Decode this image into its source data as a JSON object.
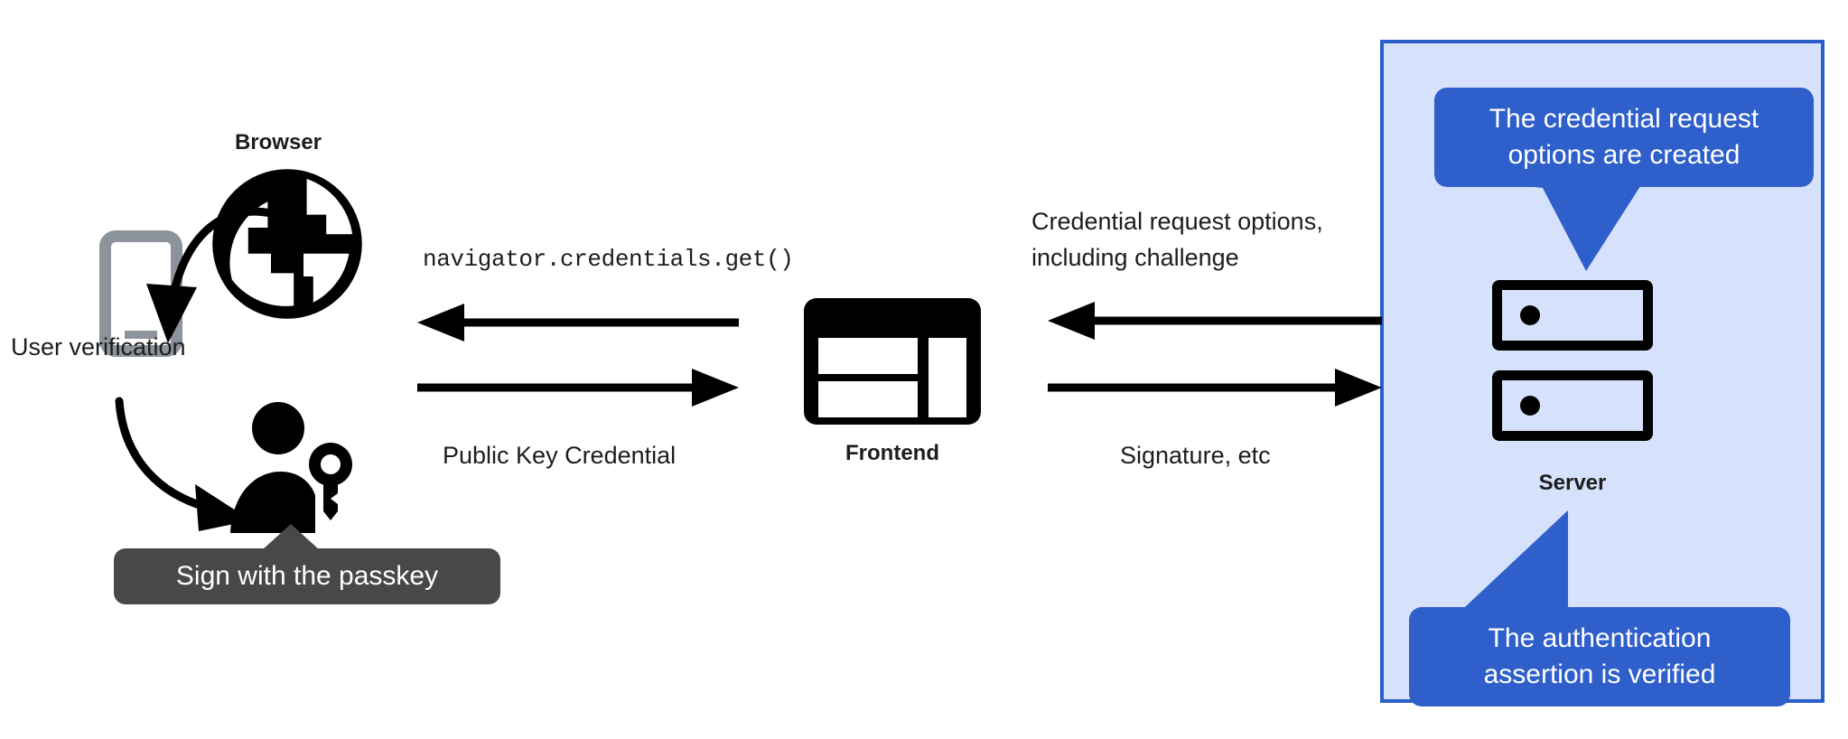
{
  "diagram": {
    "title": "WebAuthn passkey authentication flow",
    "colors": {
      "panel_fill": "#d6e2fb",
      "panel_border": "#2b5fc9",
      "callout_blue": "#2f5fcb",
      "callout_dark": "#484848",
      "icon_black": "#000000",
      "phone_gray": "#8d939a",
      "text": "#1d1d1d"
    }
  },
  "nodes": {
    "browser": {
      "label": "Browser",
      "icon": "globe-icon"
    },
    "phone": {
      "icon": "phone-icon"
    },
    "user": {
      "icon": "person-with-key-icon"
    },
    "frontend": {
      "label": "Frontend",
      "icon": "frontend-window-icon"
    },
    "server": {
      "label": "Server",
      "icon": "server-rack-icon"
    }
  },
  "labels": {
    "user_verification": "User verification",
    "navigator_get": "navigator.credentials.get()",
    "public_key_credential": "Public Key Credential",
    "credential_request_options_line1": "Credential request options,",
    "credential_request_options_line2": "including challenge",
    "signature_etc": "Signature, etc"
  },
  "callouts": {
    "sign_with_passkey": "Sign with the passkey",
    "credential_request_created_line1": "The credential request",
    "credential_request_created_line2": "options are created",
    "assertion_verified_line1": "The authentication",
    "assertion_verified_line2": "assertion is verified"
  },
  "chart_data": {
    "type": "diagram",
    "flow": [
      {
        "from": "server",
        "to": "frontend",
        "label": "Credential request options, including challenge"
      },
      {
        "from": "frontend",
        "to": "browser",
        "label": "navigator.credentials.get()"
      },
      {
        "from": "browser",
        "to": "phone",
        "label": "User verification"
      },
      {
        "from": "phone",
        "to": "user",
        "label": "Sign with the passkey"
      },
      {
        "from": "browser",
        "to": "frontend",
        "label": "Public Key Credential"
      },
      {
        "from": "frontend",
        "to": "server",
        "label": "Signature, etc"
      }
    ]
  }
}
